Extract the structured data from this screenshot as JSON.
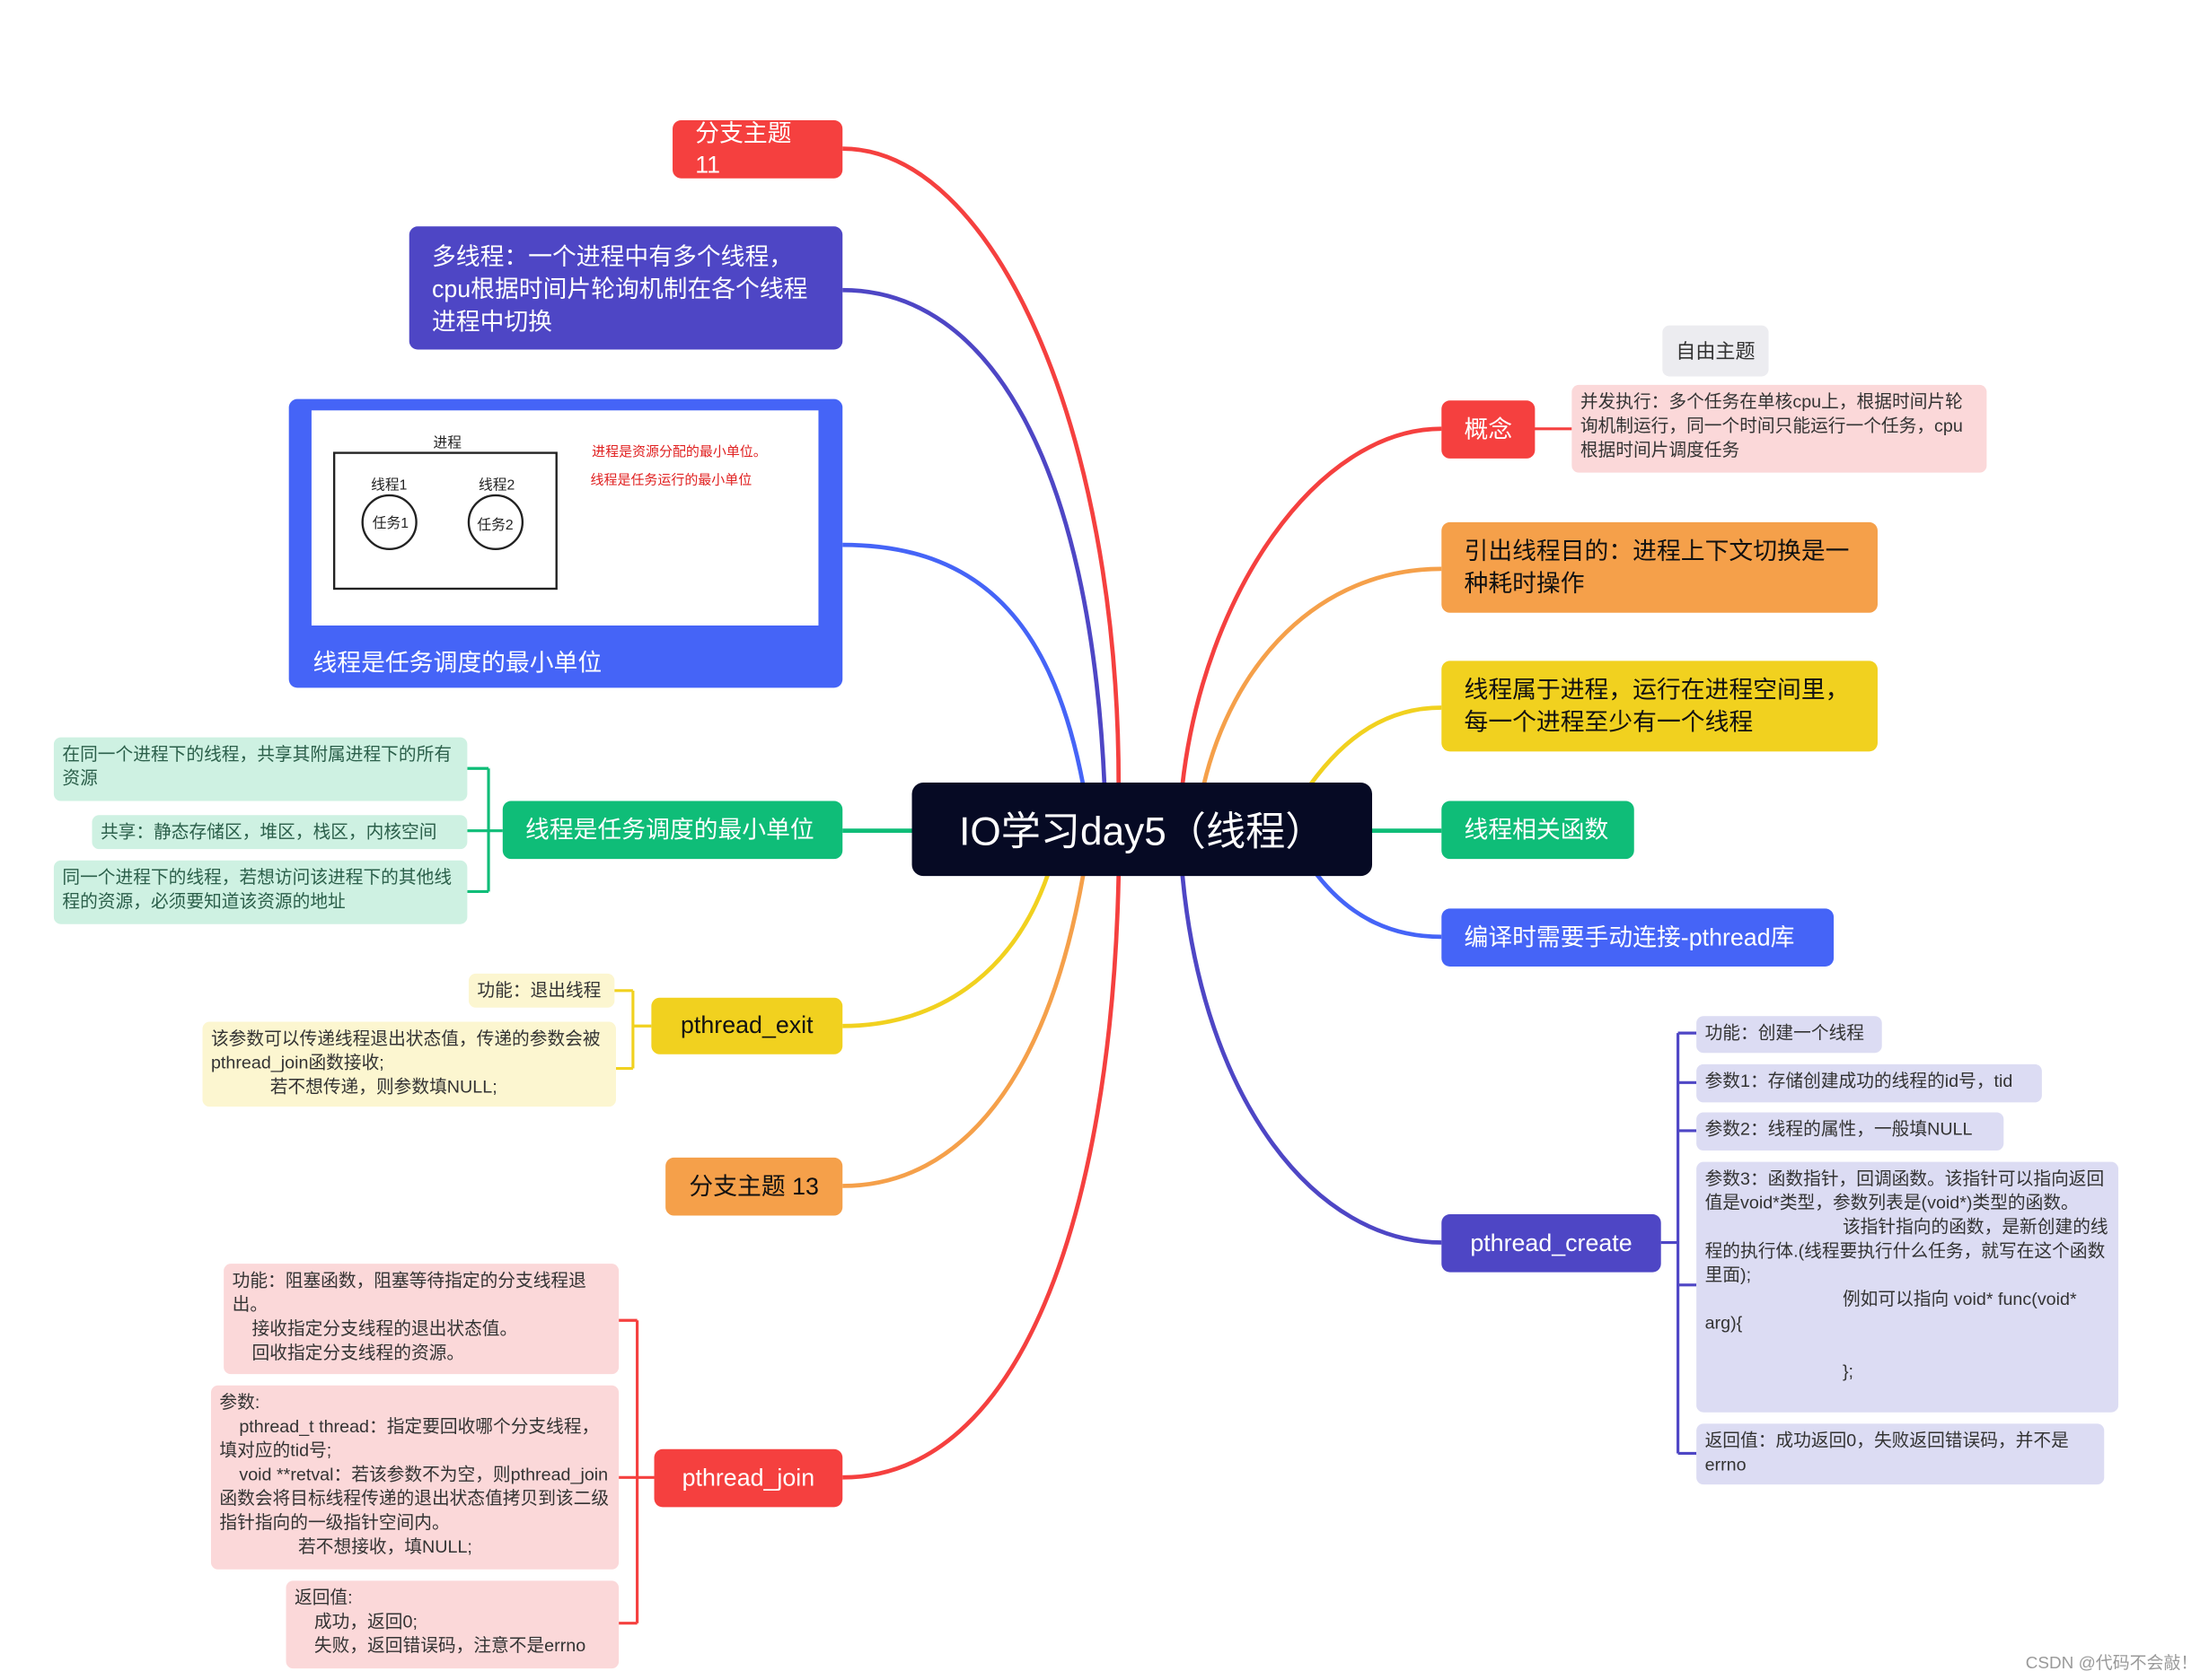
{
  "central": "IO学习day5（线程）",
  "left": {
    "branch11": "分支主题 11",
    "multithread": "多线程：一个进程中有多个线程，cpu根据时间片轮询机制在各个线程进程中切换",
    "image_caption": "线程是任务调度的最小单位",
    "image_labels": {
      "process": "进程",
      "thread1": "线程1",
      "thread2": "线程2",
      "task1": "任务1",
      "task2": "任务2",
      "note1": "进程是资源分配的最小单位。",
      "note2": "线程是任务运行的最小单位"
    },
    "sched_unit": "线程是任务调度的最小单位",
    "sched_notes": [
      "在同一个进程下的线程，共享其附属进程下的所有资源",
      "共享：静态存储区，堆区，栈区，内核空间",
      "同一个进程下的线程，若想访问该进程下的其他线程的资源，必须要知道该资源的地址"
    ],
    "exit": "pthread_exit",
    "exit_notes": [
      "功能：退出线程",
      "该参数可以传递线程退出状态值，传递的参数会被pthread_join函数接收;\n            若不想传递，则参数填NULL;"
    ],
    "branch13": "分支主题 13",
    "join": "pthread_join",
    "join_notes": [
      "功能：阻塞函数，阻塞等待指定的分支线程退出。\n    接收指定分支线程的退出状态值。\n    回收指定分支线程的资源。",
      "参数:\n    pthread_t thread：指定要回收哪个分支线程，填对应的tid号;\n    void **retval：若该参数不为空，则pthread_join函数会将目标线程传递的退出状态值拷贝到该二级指针指向的一级指针空间内。\n                若不想接收，填NULL;",
      "返回值:\n    成功，返回0;\n    失败，返回错误码，注意不是errno"
    ]
  },
  "right": {
    "free_topic": "自由主题",
    "concept": "概念",
    "concept_note": "并发执行：多个任务在单核cpu上，根据时间片轮询机制运行，同一个时间只能运行一个任务，cpu根据时间片调度任务",
    "purpose": "引出线程目的：进程上下文切换是一种耗时操作",
    "belongs": "线程属于进程，运行在进程空间里，每一个进程至少有一个线程",
    "functions": "线程相关函数",
    "link": "编译时需要手动连接-pthread库",
    "create": "pthread_create",
    "create_notes": [
      "功能：创建一个线程",
      "参数1：存储创建成功的线程的id号，tid",
      "参数2：线程的属性，一般填NULL",
      "参数3：函数指针，回调函数。该指针可以指向返回值是void*类型，参数列表是(void*)类型的函数。\n                            该指针指向的函数，是新创建的线程的执行体.(线程要执行什么任务，就写在这个函数里面);\n                            例如可以指向 void* func(void* arg){\n\n                            };",
      "返回值：成功返回0，失败返回错误码，并不是errno"
    ]
  },
  "watermark": "CSDN @代码不会敲！",
  "colors": {
    "red": "#f5403f",
    "indigo": "#4e46c5",
    "blue": "#4564f7",
    "green": "#0fbd78",
    "yellow": "#f1d11f",
    "orange": "#f5a04a",
    "navy": "#060a24"
  }
}
